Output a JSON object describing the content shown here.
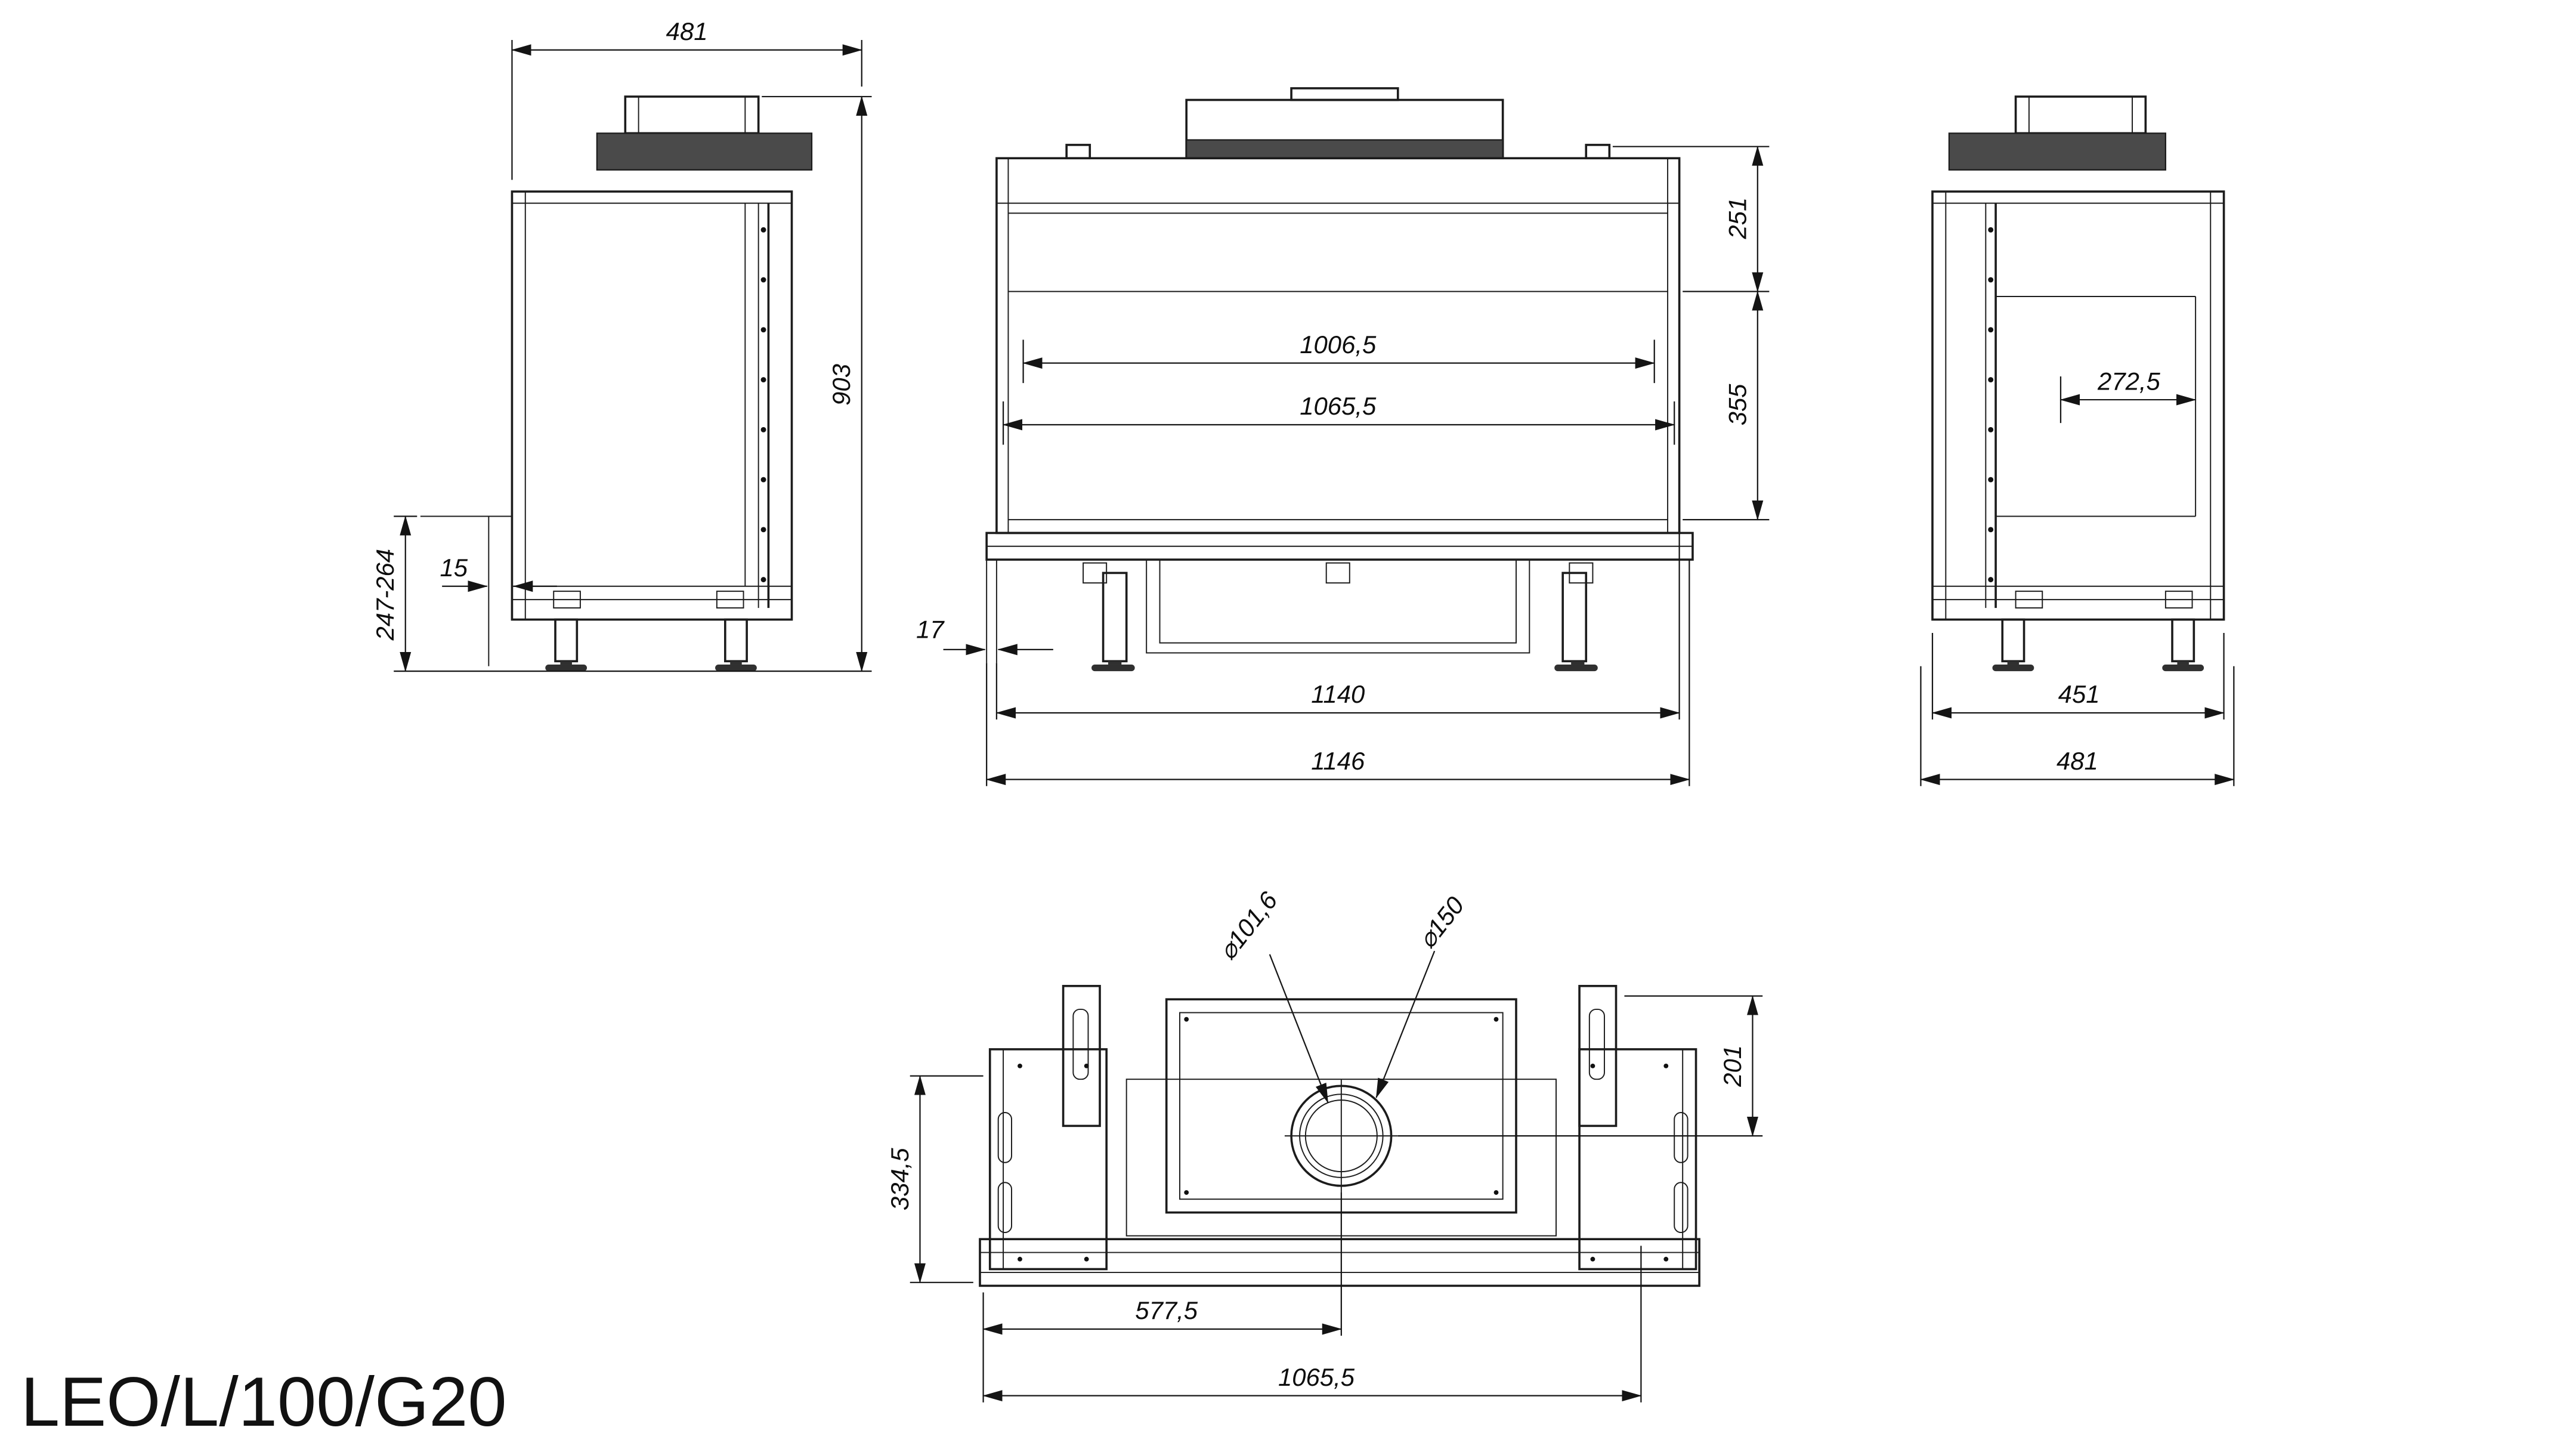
{
  "title": "LEO/L/100/G20",
  "views": {
    "side_left": {
      "dims": {
        "depth_top": "481",
        "height": "903",
        "floor_clearance": "247-264",
        "wall_gap": "15"
      }
    },
    "front": {
      "dims": {
        "top_section": "251",
        "opening_height": "355",
        "opening_width": "1006,5",
        "glass_width": "1065,5",
        "edge_offset": "17",
        "body_width": "1140",
        "overall_width": "1146"
      }
    },
    "side_right": {
      "dims": {
        "interior_depth": "272,5",
        "body_depth": "451",
        "overall_depth": "481"
      }
    },
    "top": {
      "dims": {
        "flue_inner_dia": "⌀101,6",
        "flue_outer_dia": "⌀150",
        "flue_center_from_back": "201",
        "base_depth": "334,5",
        "flue_center_from_left": "577,5",
        "glass_width": "1065,5"
      }
    }
  }
}
